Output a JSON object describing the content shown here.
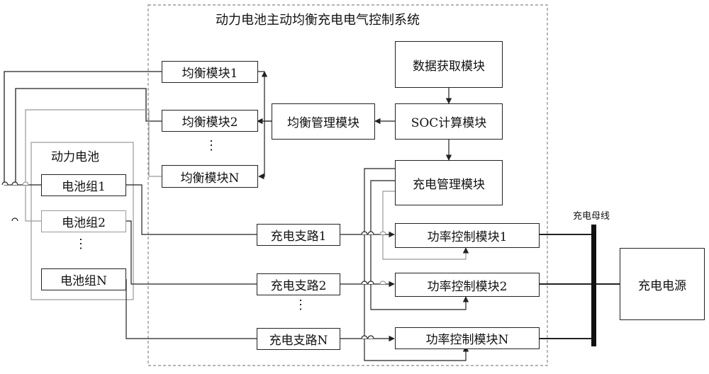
{
  "system": {
    "title": "动力电池主动均衡充电电气控制系统"
  },
  "battery": {
    "title": "动力电池",
    "groups": [
      "电池组1",
      "电池组2",
      "电池组N"
    ]
  },
  "balance_modules": [
    "均衡模块1",
    "均衡模块2",
    "均衡模块N"
  ],
  "balance_manager": "均衡管理模块",
  "data_acquisition": "数据获取模块",
  "soc_calc": "SOC计算模块",
  "charge_manager": "充电管理模块",
  "charge_branches": [
    "充电支路1",
    "充电支路2",
    "充电支路N"
  ],
  "power_modules": [
    "功率控制模块1",
    "功率控制模块2",
    "功率控制模块N"
  ],
  "bus_label": "充电母线",
  "power_source": "充电电源",
  "ellipsis": "⋮"
}
